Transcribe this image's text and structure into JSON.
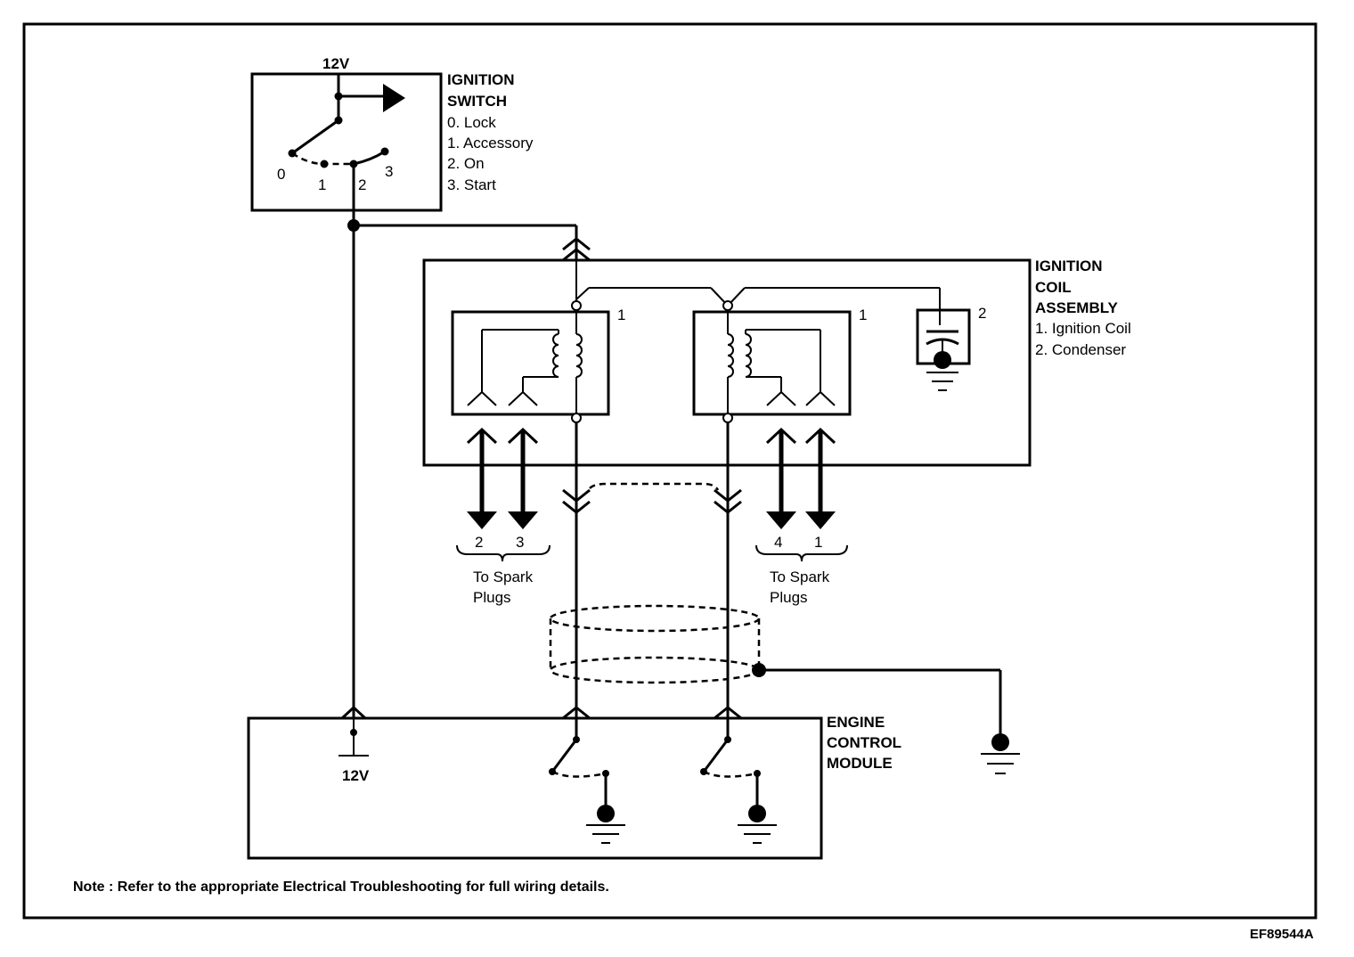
{
  "ignition_switch": {
    "supply_label": "12V",
    "title_line1": "IGNITION",
    "title_line2": "SWITCH",
    "positions": [
      "0. Lock",
      "1. Accessory",
      "2. On",
      "3. Start"
    ],
    "terminal_labels": [
      "0",
      "1",
      "2",
      "3"
    ]
  },
  "coil_assembly": {
    "title_line1": "IGNITION",
    "title_line2": "COIL",
    "title_line3": "ASSEMBLY",
    "legend": [
      "1. Ignition Coil",
      "2. Condenser"
    ],
    "coil_left_label": "1",
    "coil_right_label": "1",
    "condenser_label": "2"
  },
  "spark_plugs": {
    "left_numbers": [
      "2",
      "3"
    ],
    "right_numbers": [
      "4",
      "1"
    ],
    "label_line1": "To Spark",
    "label_line2": "Plugs"
  },
  "ecm": {
    "title_line1": "ENGINE",
    "title_line2": "CONTROL",
    "title_line3": "MODULE",
    "supply_label": "12V"
  },
  "note": "Note : Refer to the appropriate Electrical Troubleshooting for full wiring details.",
  "figure_id": "EF89544A"
}
